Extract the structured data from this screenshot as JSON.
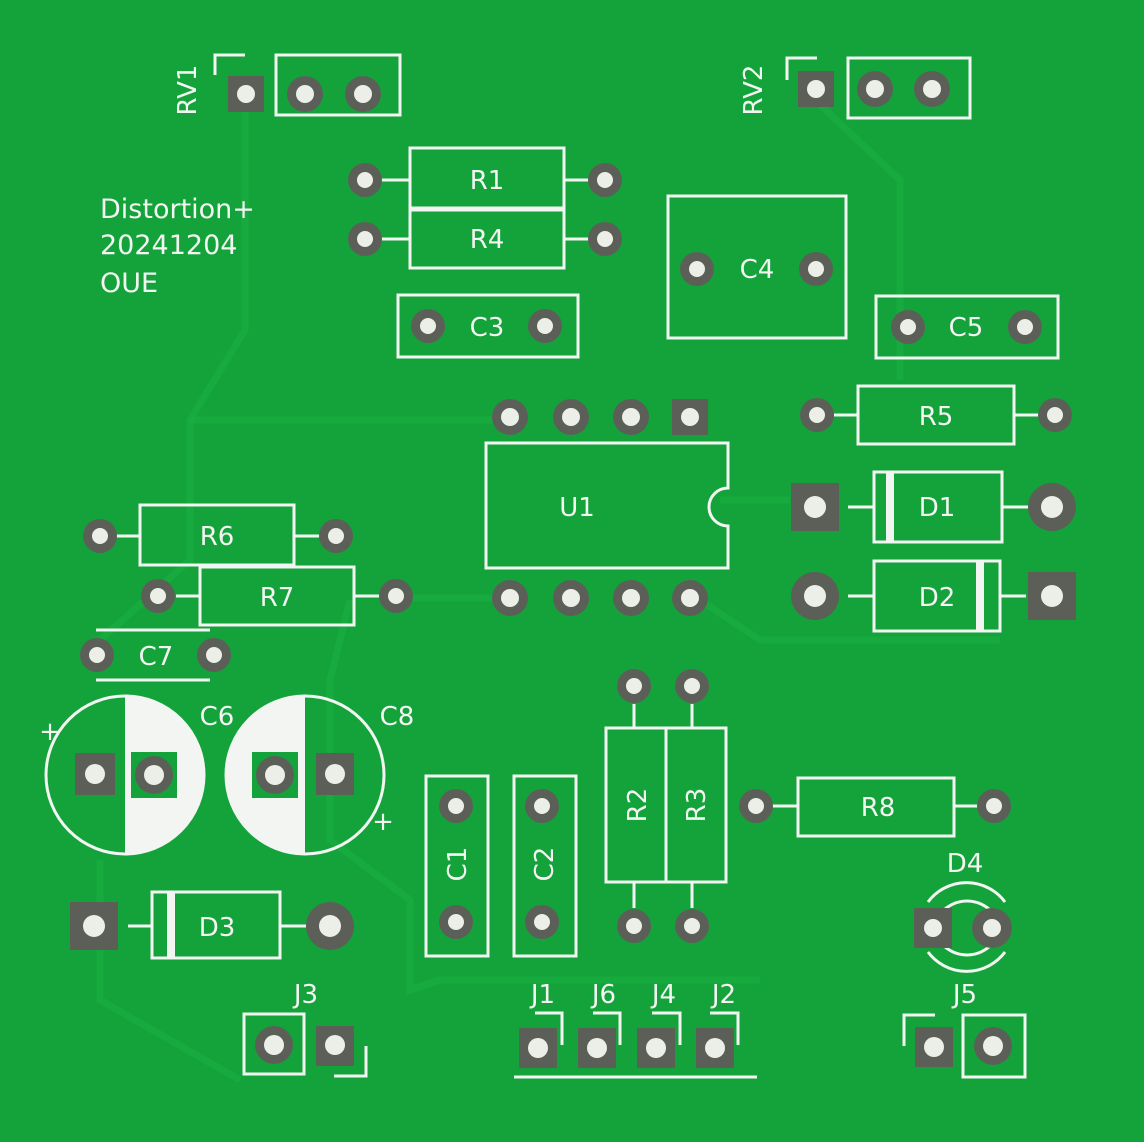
{
  "board": {
    "description": "Green PCB for a Distortion+ guitar pedal, through-hole footprints, white silkscreen",
    "colors": {
      "soldermask": "#13a33a",
      "silkscreen": "#f2f5f2",
      "pad_ring": "#5c5f58",
      "drill": "#ecefe8"
    }
  },
  "notes": {
    "line1": "Distortion+",
    "line2": "20241204",
    "line3": "OUE"
  },
  "components": {
    "RV1": "RV1",
    "RV2": "RV2",
    "R1": "R1",
    "R2": "R2",
    "R3": "R3",
    "R4": "R4",
    "R5": "R5",
    "R6": "R6",
    "R7": "R7",
    "R8": "R8",
    "C1": "C1",
    "C2": "C2",
    "C3": "C3",
    "C4": "C4",
    "C5": "C5",
    "C6": "C6",
    "C7": "C7",
    "C8": "C8",
    "D1": "D1",
    "D2": "D2",
    "D3": "D3",
    "D4": "D4",
    "U1": "U1",
    "J1": "J1",
    "J2": "J2",
    "J3": "J3",
    "J4": "J4",
    "J5": "J5",
    "J6": "J6"
  },
  "polarity_marks": {
    "plus": "+"
  }
}
